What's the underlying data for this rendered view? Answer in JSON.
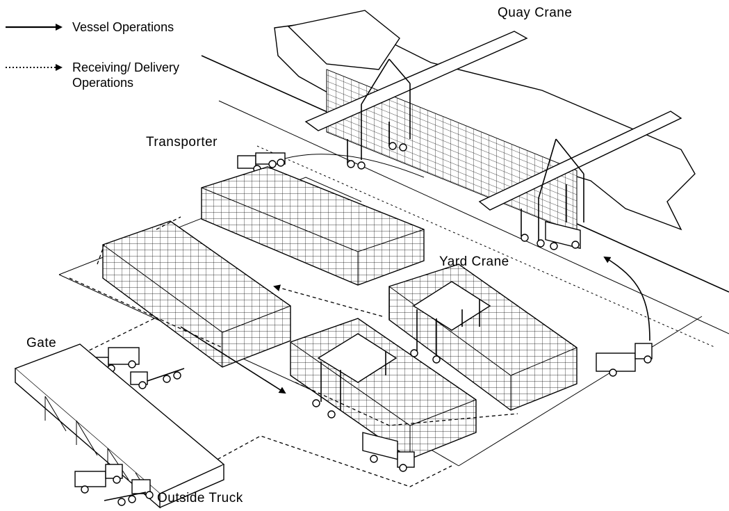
{
  "legend": {
    "vessel_operations": "Vessel Operations",
    "receiving_delivery_line1": "Receiving/ Delivery",
    "receiving_delivery_line2": "Operations"
  },
  "labels": {
    "quay_crane": "Quay Crane",
    "transporter": "Transporter",
    "yard_crane": "Yard Crane",
    "gate": "Gate",
    "outside_truck": "Outside Truck"
  }
}
